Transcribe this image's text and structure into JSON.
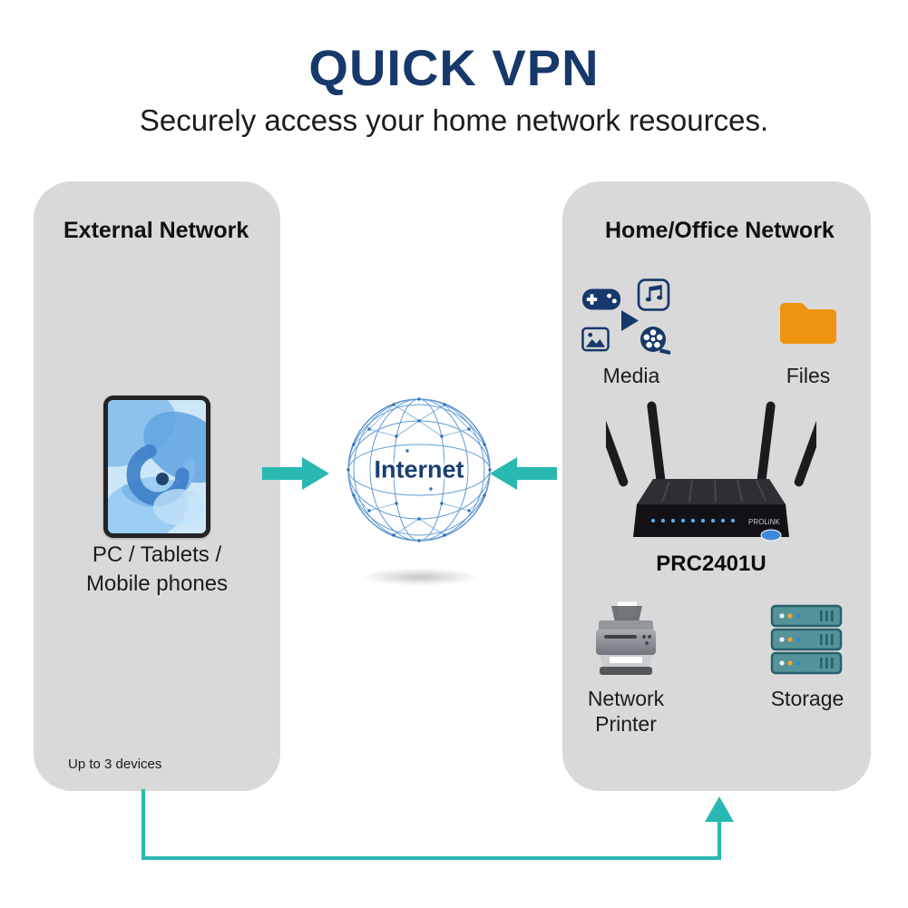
{
  "header": {
    "title": "QUICK VPN",
    "subtitle": "Securely access your home network resources."
  },
  "external_panel": {
    "heading": "External Network",
    "device_caption": [
      "PC / Tablets /",
      "Mobile phones"
    ],
    "footnote": "Up to 3 devices"
  },
  "internet": {
    "label": "Internet"
  },
  "home_panel": {
    "heading": "Home/Office Network",
    "media_label": "Media",
    "files_label": "Files",
    "router_brand": "PROLiNK",
    "router_model": "PRC2401U",
    "printer_label": [
      "Network",
      "Printer"
    ],
    "storage_label": "Storage"
  },
  "colors": {
    "accent_teal": "#29b8b2",
    "title_navy": "#17386a",
    "panel_gray": "#d9d9d9",
    "icon_navy": "#17386a",
    "folder_orange": "#ef9410",
    "storage_teal": "#55939a",
    "globe_blue": "#5f9bd4"
  }
}
